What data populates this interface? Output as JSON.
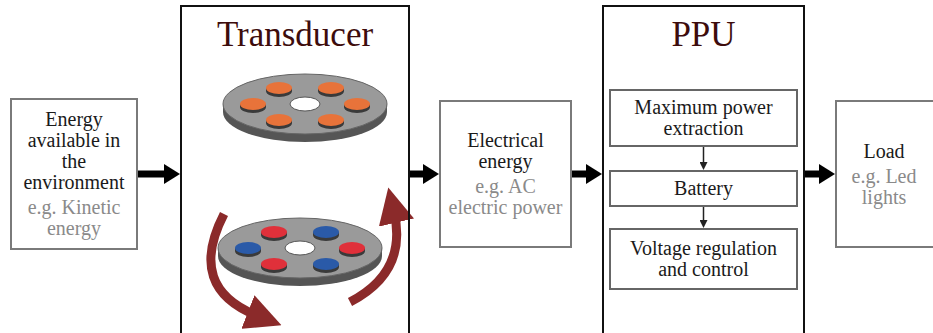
{
  "diagram": {
    "nodes": [
      {
        "text": [
          "Energy available in the environment",
          "e.g. Kinetic energy"
        ]
      },
      {
        "text": [
          "Transducer"
        ]
      },
      {
        "text": [
          "Electrical energy",
          "e.g. AC electric power"
        ]
      },
      {
        "text": [
          "PPU"
        ]
      },
      {
        "text": [
          "Maximum power extraction"
        ],
        "in": 3
      },
      {
        "text": [
          "Battery"
        ],
        "in": 3
      },
      {
        "text": [
          "Voltage regulation and control"
        ],
        "in": 3
      },
      {
        "text": [
          "Load",
          "e.g. Led lights"
        ]
      }
    ],
    "edges": [
      {
        "from": 0,
        "to": 1,
        "arrow": "to"
      },
      {
        "from": 1,
        "to": 2,
        "arrow": "to"
      },
      {
        "from": 2,
        "to": 3,
        "arrow": "to"
      },
      {
        "from": 3,
        "to": 7,
        "arrow": "to"
      },
      {
        "from": 4,
        "to": 5,
        "arrow": "to"
      },
      {
        "from": 5,
        "to": 6,
        "arrow": "to"
      }
    ]
  }
}
